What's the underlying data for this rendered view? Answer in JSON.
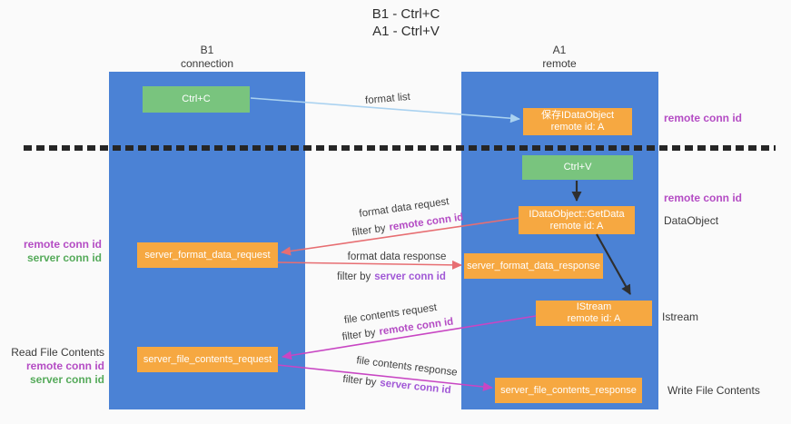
{
  "title": {
    "line1": "B1 - Ctrl+C",
    "line2": "A1 - Ctrl+V"
  },
  "lanes": {
    "left": {
      "name": "B1",
      "role": "connection"
    },
    "right": {
      "name": "A1",
      "role": "remote"
    }
  },
  "nodes": {
    "ctrl_c": {
      "label": "Ctrl+C"
    },
    "save_idataobject": {
      "line1": "保存IDataObject",
      "line2": "remote id: A"
    },
    "ctrl_v": {
      "label": "Ctrl+V"
    },
    "getdata": {
      "line1": "IDataObject::GetData",
      "line2": "remote id: A"
    },
    "server_format_data_request": {
      "label": "server_format_data_request"
    },
    "server_format_data_response": {
      "label": "server_format_data_response"
    },
    "istream": {
      "line1": "IStream",
      "line2": "remote id: A"
    },
    "server_file_contents_request": {
      "label": "server_file_contents_request"
    },
    "server_file_contents_response": {
      "label": "server_file_contents_response"
    }
  },
  "flow_labels": {
    "format_list": "format list",
    "format_data_request": "format data request",
    "format_data_request_filter_prefix": "filter by",
    "format_data_request_filter_key": "remote conn id",
    "format_data_response": "format data response",
    "format_data_response_filter_prefix": "filter by",
    "format_data_response_filter_key": "server conn id",
    "file_contents_request": "file contents request",
    "file_contents_request_filter_prefix": "filter by",
    "file_contents_request_filter_key": "remote conn id",
    "file_contents_response": "file contents response",
    "file_contents_response_filter_prefix": "filter by",
    "file_contents_response_filter_key": "server conn id"
  },
  "side_labels": {
    "right_top_remote_conn_id": "remote conn id",
    "right_mid_remote_conn_id": "remote conn id",
    "right_dataobject": "DataObject",
    "right_istream": "Istream",
    "right_write_file_contents": "Write File Contents",
    "left_mid_remote_conn_id": "remote conn id",
    "left_mid_server_conn_id": "server conn id",
    "left_read_file_contents": "Read File Contents",
    "left_bottom_remote_conn_id": "remote conn id",
    "left_bottom_server_conn_id": "server conn id"
  },
  "colors": {
    "lane_blue": "#4b82d5",
    "node_green": "#79c47e",
    "node_orange": "#f6a841",
    "remote_conn_purple": "#b44cc4",
    "server_conn_green": "#55aa5a",
    "server_conn_violet": "#a158d6",
    "arrow_light_blue": "#aad2f0",
    "arrow_salmon": "#e76e72",
    "arrow_magenta": "#c846c3",
    "arrow_black": "#2f2f2f"
  }
}
